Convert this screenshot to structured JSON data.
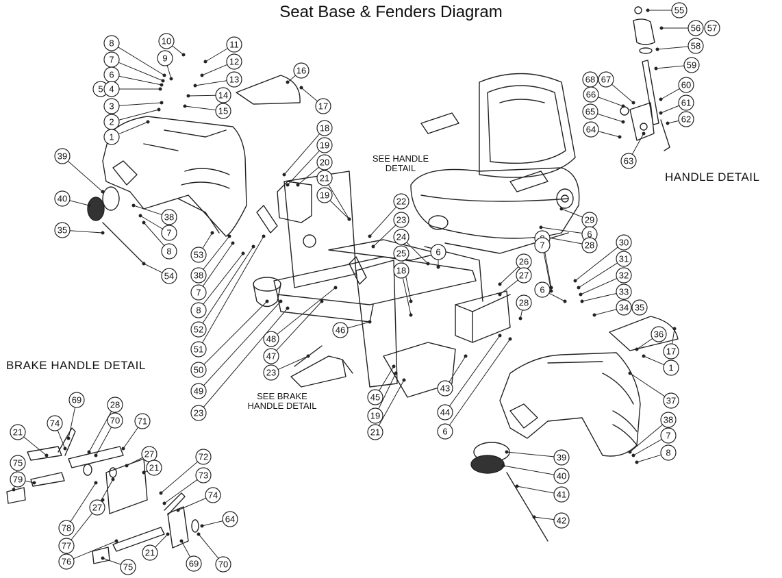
{
  "title": "Seat Base & Fenders Diagram",
  "sections": {
    "handle_detail": "HANDLE DETAIL",
    "brake_handle_detail": "BRAKE HANDLE DETAIL"
  },
  "notes": {
    "see_handle_line1": "SEE HANDLE",
    "see_handle_line2": "DETAIL",
    "see_brake_line1": "SEE BRAKE",
    "see_brake_line2": "HANDLE DETAIL"
  },
  "callouts": [
    {
      "n": "55"
    },
    {
      "n": "56"
    },
    {
      "n": "57"
    },
    {
      "n": "58"
    },
    {
      "n": "59"
    },
    {
      "n": "60"
    },
    {
      "n": "61"
    },
    {
      "n": "62"
    },
    {
      "n": "63"
    },
    {
      "n": "64"
    },
    {
      "n": "65"
    },
    {
      "n": "66"
    },
    {
      "n": "67"
    },
    {
      "n": "68"
    },
    {
      "n": "8"
    },
    {
      "n": "7"
    },
    {
      "n": "6"
    },
    {
      "n": "5"
    },
    {
      "n": "4"
    },
    {
      "n": "3"
    },
    {
      "n": "2"
    },
    {
      "n": "1"
    },
    {
      "n": "9"
    },
    {
      "n": "10"
    },
    {
      "n": "11"
    },
    {
      "n": "12"
    },
    {
      "n": "13"
    },
    {
      "n": "14"
    },
    {
      "n": "15"
    },
    {
      "n": "16"
    },
    {
      "n": "17"
    },
    {
      "n": "39"
    },
    {
      "n": "40"
    },
    {
      "n": "35"
    },
    {
      "n": "38"
    },
    {
      "n": "7"
    },
    {
      "n": "8"
    },
    {
      "n": "54"
    },
    {
      "n": "53"
    },
    {
      "n": "18"
    },
    {
      "n": "19"
    },
    {
      "n": "20"
    },
    {
      "n": "21"
    },
    {
      "n": "19"
    },
    {
      "n": "22"
    },
    {
      "n": "23"
    },
    {
      "n": "24"
    },
    {
      "n": "25"
    },
    {
      "n": "6"
    },
    {
      "n": "29"
    },
    {
      "n": "6"
    },
    {
      "n": "28"
    },
    {
      "n": "8"
    },
    {
      "n": "7"
    },
    {
      "n": "30"
    },
    {
      "n": "31"
    },
    {
      "n": "32"
    },
    {
      "n": "33"
    },
    {
      "n": "34"
    },
    {
      "n": "35"
    },
    {
      "n": "26"
    },
    {
      "n": "27"
    },
    {
      "n": "6"
    },
    {
      "n": "28"
    },
    {
      "n": "18"
    },
    {
      "n": "38"
    },
    {
      "n": "7"
    },
    {
      "n": "8"
    },
    {
      "n": "52"
    },
    {
      "n": "51"
    },
    {
      "n": "50"
    },
    {
      "n": "49"
    },
    {
      "n": "23"
    },
    {
      "n": "48"
    },
    {
      "n": "47"
    },
    {
      "n": "46"
    },
    {
      "n": "23"
    },
    {
      "n": "45"
    },
    {
      "n": "19"
    },
    {
      "n": "21"
    },
    {
      "n": "43"
    },
    {
      "n": "44"
    },
    {
      "n": "6"
    },
    {
      "n": "36"
    },
    {
      "n": "17"
    },
    {
      "n": "1"
    },
    {
      "n": "37"
    },
    {
      "n": "38"
    },
    {
      "n": "7"
    },
    {
      "n": "8"
    },
    {
      "n": "39"
    },
    {
      "n": "40"
    },
    {
      "n": "41"
    },
    {
      "n": "42"
    },
    {
      "n": "69"
    },
    {
      "n": "28"
    },
    {
      "n": "70"
    },
    {
      "n": "71"
    },
    {
      "n": "74"
    },
    {
      "n": "21"
    },
    {
      "n": "27"
    },
    {
      "n": "75"
    },
    {
      "n": "79"
    },
    {
      "n": "21"
    },
    {
      "n": "72"
    },
    {
      "n": "73"
    },
    {
      "n": "74"
    },
    {
      "n": "27"
    },
    {
      "n": "78"
    },
    {
      "n": "77"
    },
    {
      "n": "76"
    },
    {
      "n": "21"
    },
    {
      "n": "69"
    },
    {
      "n": "70"
    },
    {
      "n": "64"
    },
    {
      "n": "75"
    }
  ]
}
